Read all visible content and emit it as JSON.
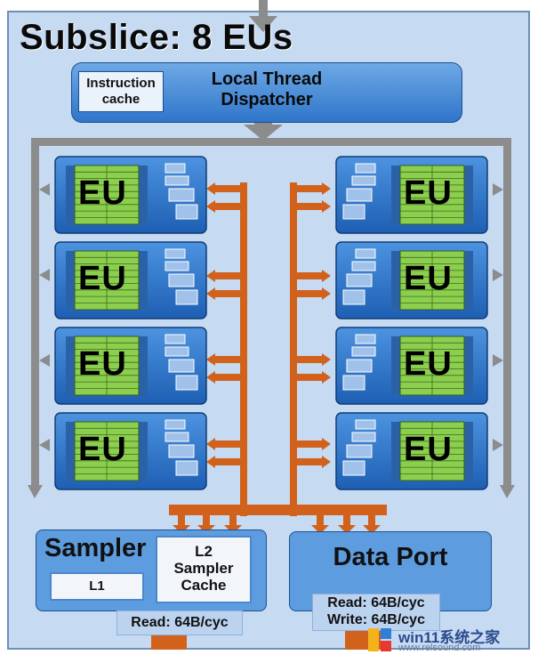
{
  "title": "Subslice: 8 EUs",
  "dispatcher": {
    "instruction_cache": "Instruction cache",
    "local_thread_dispatcher": "Local Thread Dispatcher"
  },
  "eu_label": "EU",
  "eu_count": 8,
  "sampler": {
    "label": "Sampler",
    "l1": "L1",
    "l2_line1": "L2",
    "l2_line2": "Sampler",
    "l2_line3": "Cache",
    "read_bandwidth": "Read: 64B/cyc"
  },
  "data_port": {
    "label": "Data Port",
    "read_bandwidth": "Read: 64B/cyc",
    "write_bandwidth": "Write: 64B/cyc"
  },
  "watermark": {
    "text": "win11系统之家",
    "url": "www.relsound.com"
  },
  "colors": {
    "frame": "#c6daf2",
    "eu_block": "#2f75c9",
    "eu_green": "#8ccf4e",
    "bus_orange": "#d2611c",
    "dispatch_gray": "#8c8c8c"
  }
}
